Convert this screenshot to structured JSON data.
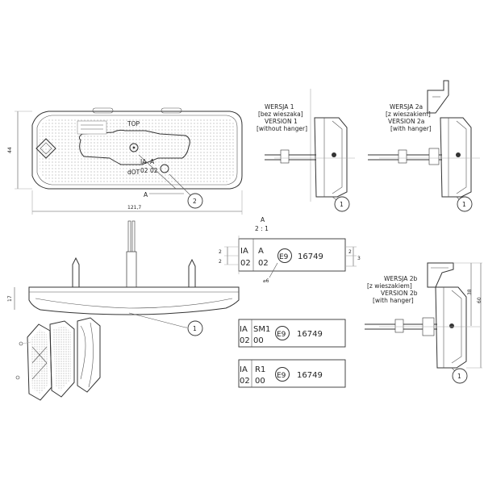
{
  "front_view": {
    "lens_marks": [
      "TOP",
      "dOT"
    ],
    "lens_codes": [
      "IA",
      "A",
      "02",
      "02"
    ],
    "callout_letter": "A",
    "callout_number": "2",
    "width_dim": "121,7",
    "height_dim": "44"
  },
  "side_view": {
    "height_dim": "17",
    "callout_number": "1"
  },
  "versions": [
    {
      "lines": [
        "WERSJA 1",
        "[bez wieszaka]",
        "VERSION 1",
        "[without hanger]"
      ],
      "callout": "1"
    },
    {
      "lines": [
        "WERSJA 2a",
        "[z wieszakiem]",
        "VERSION 2a",
        "[with hanger]"
      ],
      "callout": "1"
    },
    {
      "lines": [
        "WERSJA 2b",
        "[z wieszakiem]",
        "VERSION 2b",
        "[with hanger]"
      ],
      "callout": "1",
      "dims": [
        "38",
        "60"
      ]
    }
  ],
  "detail": {
    "title": "A",
    "scale": "2 : 1",
    "dims": [
      "2",
      "2",
      "2",
      "3",
      "6"
    ],
    "plate": {
      "codes": [
        "IA",
        "02",
        "A",
        "02"
      ],
      "mark": "E9",
      "number": "16749"
    }
  },
  "plates": [
    {
      "codes": [
        "IA",
        "02",
        "SM1",
        "00"
      ],
      "mark": "E9",
      "number": "16749"
    },
    {
      "codes": [
        "IA",
        "02",
        "R1",
        "00"
      ],
      "mark": "E9",
      "number": "16749"
    }
  ]
}
